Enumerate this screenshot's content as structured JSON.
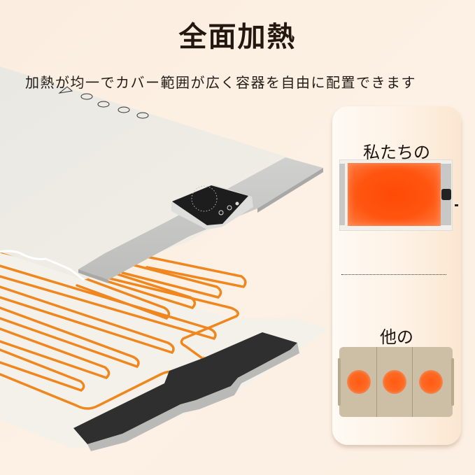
{
  "header": {
    "title": "全面加熱",
    "subtitle": "加熱が均一でカバー範囲が広く容器を自由に配置できます"
  },
  "product_illustration": {
    "description": "exploded view of heating mat: top cover with control panel, orange heating wire layer, base tray",
    "warning_icons": [
      "warning-triangle-icon",
      "no-cut-icon",
      "no-fold-icon",
      "no-pin-icon",
      "no-wash-icon"
    ],
    "control_panel": {
      "dial_icon": "temperature-dial-icon",
      "buttons": [
        "timer-icon",
        "power-icon",
        "lock-icon"
      ]
    },
    "colors": {
      "mat": "#efece4",
      "bar": "#c8c8c6",
      "panel": "#1f1f1f",
      "wire": "#f08a24",
      "tray": "#2f2f2f"
    }
  },
  "comparison": {
    "ours_label": "私たちの",
    "others_label": "他の",
    "colors": {
      "ours_heat": "#ff5010",
      "others_pad": "#cdbfa5",
      "others_spot": "#ff6020"
    },
    "others_spots": 3
  }
}
